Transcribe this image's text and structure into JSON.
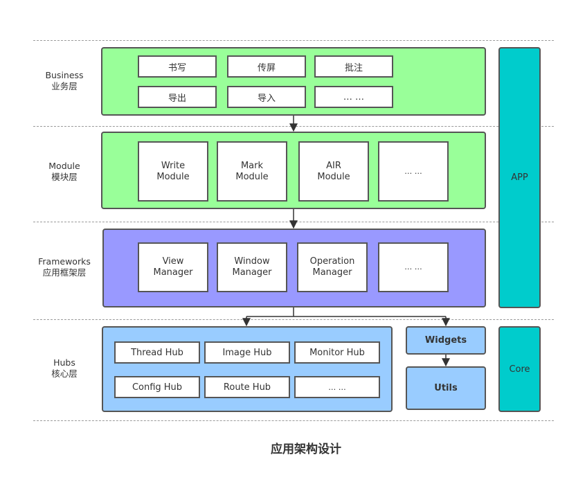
{
  "layers": {
    "business": {
      "label_en": "Business",
      "label_zh": "业务层",
      "items": [
        "书写",
        "传屏",
        "批注",
        "导出",
        "导入",
        "… …"
      ]
    },
    "module": {
      "label_en": "Module",
      "label_zh": "模块层",
      "items": [
        [
          "Write",
          "Module"
        ],
        [
          "Mark",
          "Module"
        ],
        [
          "AIR",
          "Module"
        ],
        [
          "… …",
          ""
        ]
      ]
    },
    "frameworks": {
      "label_en": "Frameworks",
      "label_zh": "应用框架层",
      "items": [
        [
          "View",
          "Manager"
        ],
        [
          "Window",
          "Manager"
        ],
        [
          "Operation",
          "Manager"
        ],
        [
          "… …",
          ""
        ]
      ]
    },
    "hubs": {
      "label_en": "Hubs",
      "label_zh": "核心层",
      "items": [
        "Thread Hub",
        "Image Hub",
        "Monitor Hub",
        "Config Hub",
        "Route Hub",
        "… …"
      ]
    }
  },
  "side": {
    "widgets": "Widgets",
    "utils": "Utils",
    "app": "APP",
    "core": "Core"
  },
  "caption": "应用架构设计",
  "colors": {
    "business": "#99ff99",
    "module": "#99ff99",
    "frameworks": "#9999ff",
    "hubs": "#99ccff",
    "side": "#00cccc",
    "border": "#555555"
  }
}
